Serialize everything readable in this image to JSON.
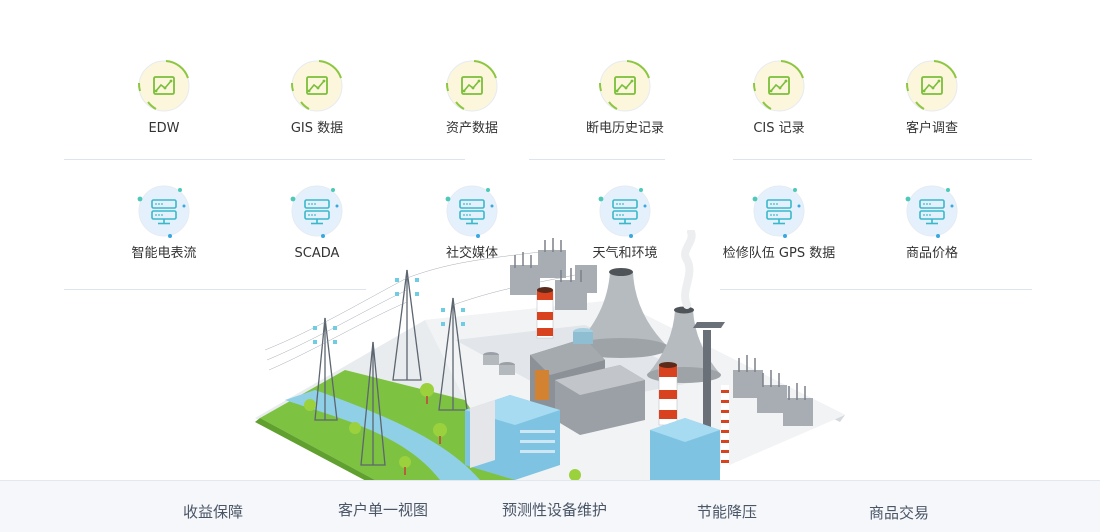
{
  "data_sources": {
    "row1": [
      {
        "label": "EDW",
        "icon": "line-chart-icon"
      },
      {
        "label": "GIS 数据",
        "icon": "line-chart-icon"
      },
      {
        "label": "资产数据",
        "icon": "line-chart-icon"
      },
      {
        "label": "断电历史记录",
        "icon": "line-chart-icon"
      },
      {
        "label": "CIS 记录",
        "icon": "line-chart-icon"
      },
      {
        "label": "客户调查",
        "icon": "line-chart-icon"
      }
    ],
    "row2": [
      {
        "label": "智能电表流",
        "icon": "server-monitor-icon"
      },
      {
        "label": "SCADA",
        "icon": "server-monitor-icon"
      },
      {
        "label": "社交媒体",
        "icon": "server-monitor-icon"
      },
      {
        "label": "天气和环境",
        "icon": "server-monitor-icon"
      },
      {
        "label": "检修队伍 GPS 数据",
        "icon": "server-monitor-icon"
      },
      {
        "label": "商品价格",
        "icon": "server-monitor-icon"
      }
    ]
  },
  "illustration": {
    "alt": "isometric power plant with transmission towers, cooling towers, substations"
  },
  "footer": {
    "items": [
      {
        "label": "收益保障"
      },
      {
        "label": "客户单一视图"
      },
      {
        "label": "预测性设备维护"
      },
      {
        "label": "节能降压"
      },
      {
        "label": "商品交易"
      }
    ]
  },
  "colors": {
    "green_accent": "#8dc63f",
    "green_icon_bg": "#fbf6dc",
    "blue_icon_bg": "#e4f1fd",
    "teal_icon": "#39b8c9",
    "divider": "#dde4ee",
    "footer_bg": "#f5f7fa"
  }
}
